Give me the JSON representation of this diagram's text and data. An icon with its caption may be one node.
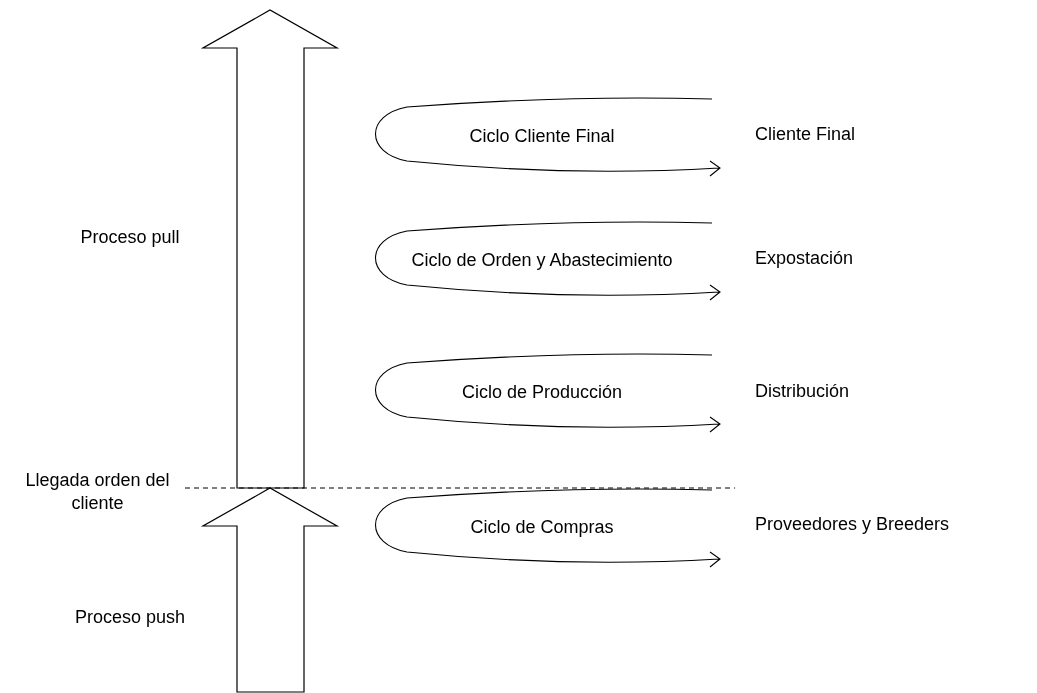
{
  "diagram": {
    "nodes": [
      {
        "text": [
          "Ciclo Cliente Final"
        ]
      },
      {
        "text": [
          "Ciclo de Orden y Abastecimiento"
        ]
      },
      {
        "text": [
          "Ciclo de Producción"
        ]
      },
      {
        "text": [
          "Ciclo de Compras"
        ]
      }
    ],
    "labels": [
      "Proceso pull",
      "Cliente Final",
      "Expostación",
      "Distribución",
      "Llegada orden del cliente",
      "Proceso push",
      "Proveedores y Breeders"
    ]
  }
}
